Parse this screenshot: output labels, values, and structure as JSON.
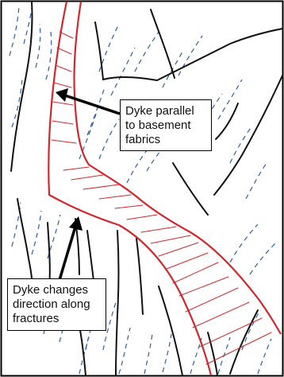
{
  "labels": {
    "parallel": [
      "Dyke parallel",
      "to basement",
      "fabrics"
    ],
    "changes": [
      "Dyke changes",
      "direction along",
      "fractures"
    ]
  },
  "colors": {
    "dyke": "#d0282e",
    "fracture": "#111111",
    "fabric": "#2f5f9e",
    "frame": "#000000"
  }
}
